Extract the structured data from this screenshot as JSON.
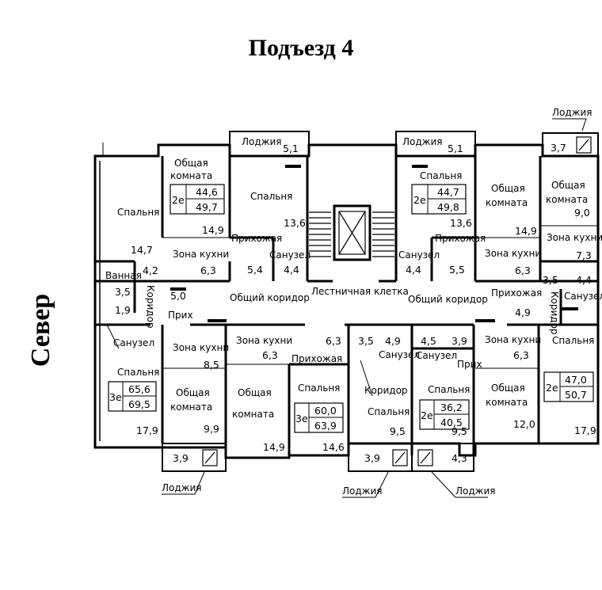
{
  "title": "Подъезд 4",
  "compass": "Север",
  "labels": {
    "lodzhia": "Лоджия",
    "spalnia": "Спальня",
    "obshchaia": "Общая",
    "komnata": "комната",
    "zona_kukhni": "Зона кухни",
    "sanuzel": "Санузел",
    "vannaia": "Ванная",
    "prikhozhaia": "Прихожая",
    "prikh": "Прих",
    "koridor": "Коридор",
    "obshchii_koridor": "Общий коридор",
    "lestnichnaia_kletka": "Лестничная клетка"
  },
  "apartments": [
    {
      "rooms": "2е",
      "area_living": "44,6",
      "area_total": "49,7"
    },
    {
      "rooms": "2е",
      "area_living": "44,7",
      "area_total": "49,8"
    },
    {
      "rooms": "3е",
      "area_living": "65,6",
      "area_total": "69,5"
    },
    {
      "rooms": "3е",
      "area_living": "60,0",
      "area_total": "63,9"
    },
    {
      "rooms": "2е",
      "area_living": "36,2",
      "area_total": "40,5"
    },
    {
      "rooms": "2е",
      "area_living": "47,0",
      "area_total": "50,7"
    }
  ],
  "areas": {
    "a51a": "5,1",
    "a51b": "5,1",
    "a37": "3,7",
    "a147": "14,7",
    "a149a": "14,9",
    "a136a": "13,6",
    "a136b": "13,6",
    "a149b": "14,9",
    "a90": "9,0",
    "a42": "4,2",
    "a63a": "6,3",
    "a54": "5,4",
    "a44a": "4,4",
    "a44b": "4,4",
    "a55": "5,5",
    "a63b": "6,3",
    "a73": "7,3",
    "a35a": "3,5",
    "a44c": "4,4",
    "a19": "1,9",
    "a50": "5,0",
    "a49a": "4,9",
    "a63c": "6,3",
    "a35b": "3,5",
    "a49b": "4,9",
    "a45": "4,5",
    "a39a": "3,9",
    "a63d": "6,3",
    "a63e": "6,3",
    "a85": "8,5",
    "a179a": "17,9",
    "a99": "9,9",
    "a149c": "14,9",
    "a146": "14,6",
    "a95a": "9,5",
    "a95b": "9,5",
    "a120": "12,0",
    "a179b": "17,9",
    "a35c": "3,5",
    "a39b": "3,9",
    "a39c": "3,9",
    "a43": "4,3"
  }
}
